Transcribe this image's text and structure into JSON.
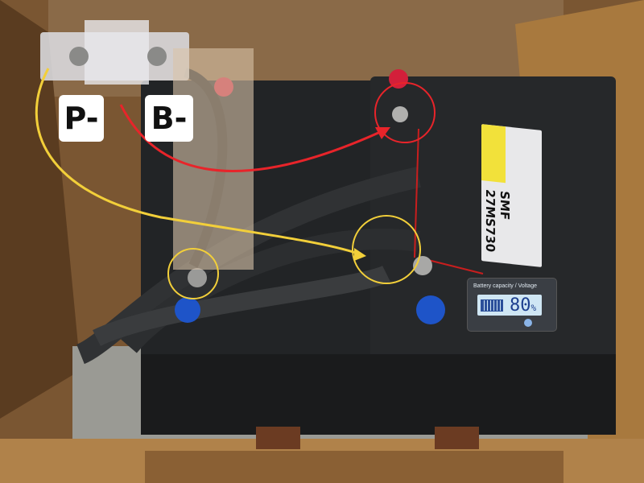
{
  "annotations": {
    "label_p": "P-",
    "label_b": "B-",
    "colors": {
      "yellow": "#f2cf3a",
      "red": "#e8242a"
    }
  },
  "battery": {
    "model": "SMF 27MS730"
  },
  "monitor": {
    "title": "Battery capacity / Voltage",
    "value": "80",
    "unit": "%",
    "capacity_percent": 80
  }
}
